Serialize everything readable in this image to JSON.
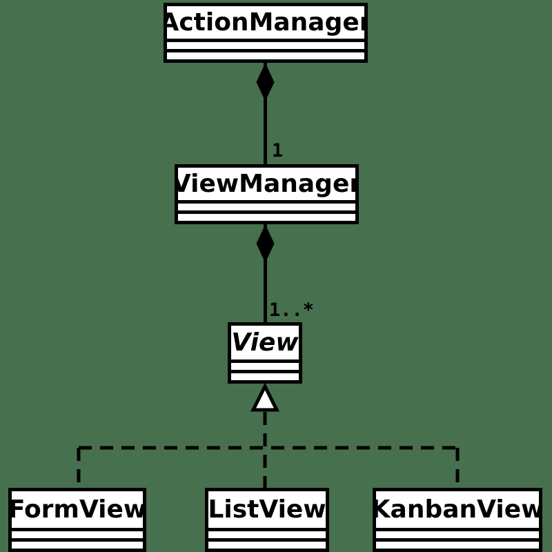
{
  "diagram": {
    "type": "uml-class-diagram",
    "classes": [
      {
        "name": "ActionManager",
        "abstract": false,
        "attributes": [],
        "methods": []
      },
      {
        "name": "ViewManager",
        "abstract": false,
        "attributes": [],
        "methods": []
      },
      {
        "name": "View",
        "abstract": true,
        "attributes": [],
        "methods": []
      },
      {
        "name": "FormView",
        "abstract": false,
        "attributes": [],
        "methods": []
      },
      {
        "name": "ListView",
        "abstract": false,
        "attributes": [],
        "methods": []
      },
      {
        "name": "KanbanView",
        "abstract": false,
        "attributes": [],
        "methods": []
      }
    ],
    "relationships": [
      {
        "type": "composition",
        "from": "ActionManager",
        "to": "ViewManager",
        "multiplicity": "1"
      },
      {
        "type": "composition",
        "from": "ViewManager",
        "to": "View",
        "multiplicity": "1..*"
      },
      {
        "type": "realization",
        "from": "FormView",
        "to": "View"
      },
      {
        "type": "realization",
        "from": "ListView",
        "to": "View"
      },
      {
        "type": "realization",
        "from": "KanbanView",
        "to": "View"
      }
    ],
    "colors": {
      "background": "#47704E",
      "box_fill": "#FFFFFF",
      "box_border": "#000000",
      "text": "#000000",
      "line": "#000000"
    }
  }
}
